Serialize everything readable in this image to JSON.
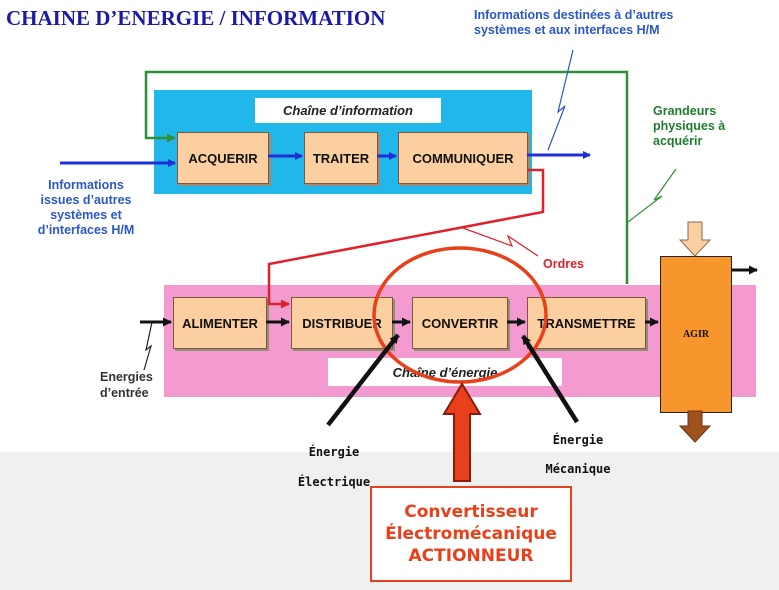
{
  "title": "CHAINE D’ENERGIE / INFORMATION",
  "info_chain": {
    "label": "Chaîne d’information",
    "blocks": [
      "ACQUERIR",
      "TRAITER",
      "COMMUNIQUER"
    ]
  },
  "energy_chain": {
    "label": "Chaîne d’énergie",
    "blocks": [
      "ALIMENTER",
      "DISTRIBUER",
      "CONVERTIR",
      "TRANSMETTRE"
    ]
  },
  "agir_label": "AGIR",
  "notes": {
    "info_out": [
      "Informations destinées à d’autres",
      "systèmes et aux interfaces H/M"
    ],
    "info_in": [
      "Informations",
      "issues d’autres",
      "systèmes et",
      "d’interfaces H/M"
    ],
    "grandeurs": [
      "Grandeurs",
      "physiques à",
      "acquérir"
    ],
    "ordres": "Ordres",
    "energies": [
      "Energies",
      "d’entrée"
    ],
    "energie_electrique": [
      "Énergie",
      "Électrique"
    ],
    "energie_mecanique": [
      "Énergie",
      "Mécanique"
    ]
  },
  "actionneur": [
    "Convertisseur",
    "Électromécanique",
    "ACTIONNEUR"
  ],
  "colors": {
    "info_panel": "#22b7ea",
    "energy_panel": "#f39bd0",
    "block": "#fbcfa0",
    "agir": "#f7962c",
    "highlight": "#e8401a",
    "info_arrow": "#1f2fd6",
    "order_line": "#e0202a",
    "feedback_line": "#2f8f3a"
  }
}
